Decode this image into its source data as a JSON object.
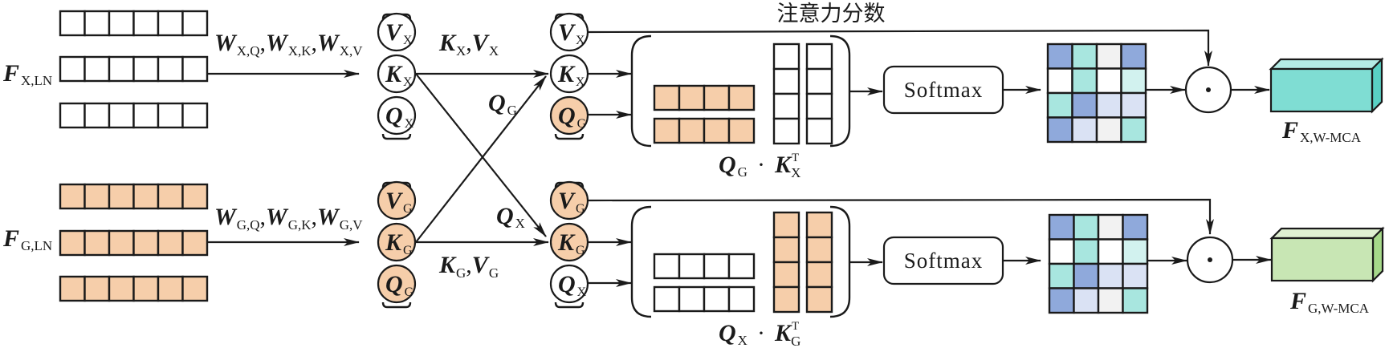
{
  "colors": {
    "stroke": "#1a1a1a",
    "peach": "#f6ceaa",
    "white": "#ffffff",
    "heat_blue": "#8fa9db",
    "heat_teal": "#a8e6df",
    "heat_light_gray": "#f2f2f2",
    "heat_light_blue": "#dae2f4",
    "heat_light_teal": "#d2f2ef",
    "out_x_front": "#7fddd3",
    "out_x_top": "#b4ebe5",
    "out_x_side": "#59d1c4",
    "out_g_front": "#c8e6b4",
    "out_g_top": "#dff0d2",
    "out_g_side": "#a6d98a"
  },
  "title": "注意力分数",
  "inputs": {
    "x": {
      "label_main": "F",
      "label_sub": "X,LN",
      "fill": "white",
      "rows": 3,
      "cells": 6
    },
    "g": {
      "label_main": "F",
      "label_sub": "G,LN",
      "fill": "peach",
      "rows": 3,
      "cells": 6
    }
  },
  "weights": {
    "x": [
      {
        "main": "W",
        "sub": "X,Q"
      },
      {
        "main": "W",
        "sub": "X,K"
      },
      {
        "main": "W",
        "sub": "X,V"
      }
    ],
    "g": [
      {
        "main": "W",
        "sub": "G,Q"
      },
      {
        "main": "W",
        "sub": "G,K"
      },
      {
        "main": "W",
        "sub": "G,V"
      }
    ]
  },
  "projections": {
    "x": [
      {
        "main": "V",
        "sub": "X",
        "fill": "white"
      },
      {
        "main": "K",
        "sub": "X",
        "fill": "white"
      },
      {
        "main": "Q",
        "sub": "X",
        "fill": "white"
      }
    ],
    "g": [
      {
        "main": "V",
        "sub": "G",
        "fill": "peach"
      },
      {
        "main": "K",
        "sub": "G",
        "fill": "peach"
      },
      {
        "main": "Q",
        "sub": "G",
        "fill": "peach"
      }
    ]
  },
  "cross_labels": {
    "kv_x": [
      {
        "main": "K",
        "sub": "X"
      },
      {
        "main": "V",
        "sub": "X"
      }
    ],
    "q_g": {
      "main": "Q",
      "sub": "G"
    },
    "q_x": {
      "main": "Q",
      "sub": "X"
    },
    "kv_g": [
      {
        "main": "K",
        "sub": "G"
      },
      {
        "main": "V",
        "sub": "G"
      }
    ]
  },
  "branch_inputs": {
    "top": [
      {
        "main": "V",
        "sub": "X",
        "fill": "white"
      },
      {
        "main": "K",
        "sub": "X",
        "fill": "white"
      },
      {
        "main": "Q",
        "sub": "G",
        "fill": "peach"
      }
    ],
    "bottom": [
      {
        "main": "V",
        "sub": "G",
        "fill": "peach"
      },
      {
        "main": "K",
        "sub": "G",
        "fill": "peach"
      },
      {
        "main": "Q",
        "sub": "X",
        "fill": "white"
      }
    ]
  },
  "products": {
    "top": {
      "q_main": "Q",
      "q_sub": "G",
      "dot": "·",
      "k_main": "K",
      "k_sub": "X",
      "k_sup": "T",
      "row_fill": "peach",
      "col_fill": "white"
    },
    "bottom": {
      "q_main": "Q",
      "q_sub": "X",
      "dot": "·",
      "k_main": "K",
      "k_sub": "G",
      "k_sup": "T",
      "row_fill": "white",
      "col_fill": "peach"
    }
  },
  "softmax_label": "Softmax",
  "heatmap": {
    "rows": [
      [
        "heat_blue",
        "heat_teal",
        "heat_light_gray",
        "heat_blue"
      ],
      [
        "white",
        "heat_teal",
        "white",
        "heat_light_teal"
      ],
      [
        "heat_teal",
        "heat_blue",
        "heat_light_blue",
        "heat_light_blue"
      ],
      [
        "heat_blue",
        "heat_light_blue",
        "heat_light_gray",
        "heat_teal"
      ]
    ]
  },
  "operator_symbol": "·",
  "outputs": {
    "x": {
      "main": "F",
      "sub": "X,W-MCA",
      "front": "out_x_front",
      "top": "out_x_top",
      "side": "out_x_side"
    },
    "g": {
      "main": "F",
      "sub": "G,W-MCA",
      "front": "out_g_front",
      "top": "out_g_top",
      "side": "out_g_side"
    }
  }
}
